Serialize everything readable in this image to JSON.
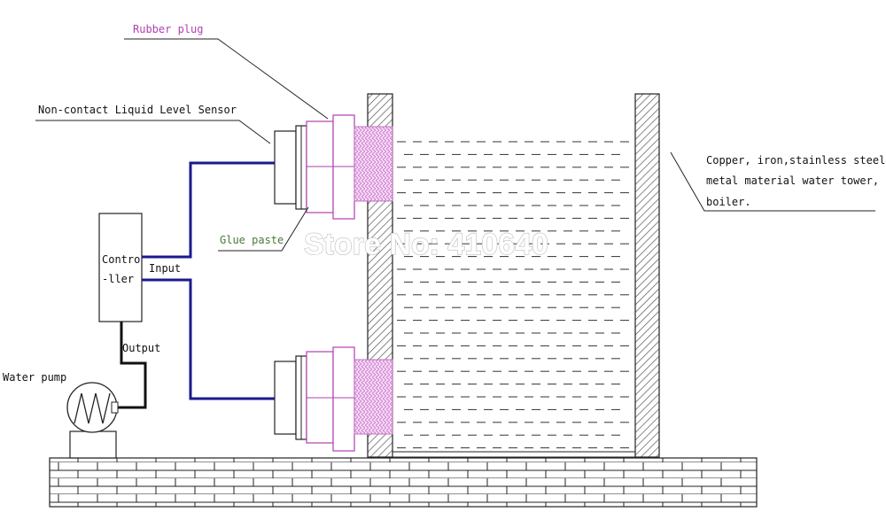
{
  "labels": {
    "rubber_plug": "Rubber plug",
    "sensor": "Non-contact Liquid Level Sensor",
    "glue_paste": "Glue paste",
    "controller_line1": "Contro",
    "controller_line2": "-ller",
    "input": "Input",
    "output": "Output",
    "water_pump": "Water pump",
    "material_line1": "Copper, iron,stainless steel",
    "material_line2": "metal material water tower,",
    "material_line3": "boiler."
  },
  "watermark": "Store No: 410640",
  "colors": {
    "wire_blue": "#1a1a8c",
    "wire_black": "#111111",
    "rubber_plug_label": "#b040b0",
    "glue_label": "#4a7a3a",
    "thread_pink": "#e8a8e8",
    "wall_hatch": "#555555",
    "water_dash": "#333333"
  }
}
